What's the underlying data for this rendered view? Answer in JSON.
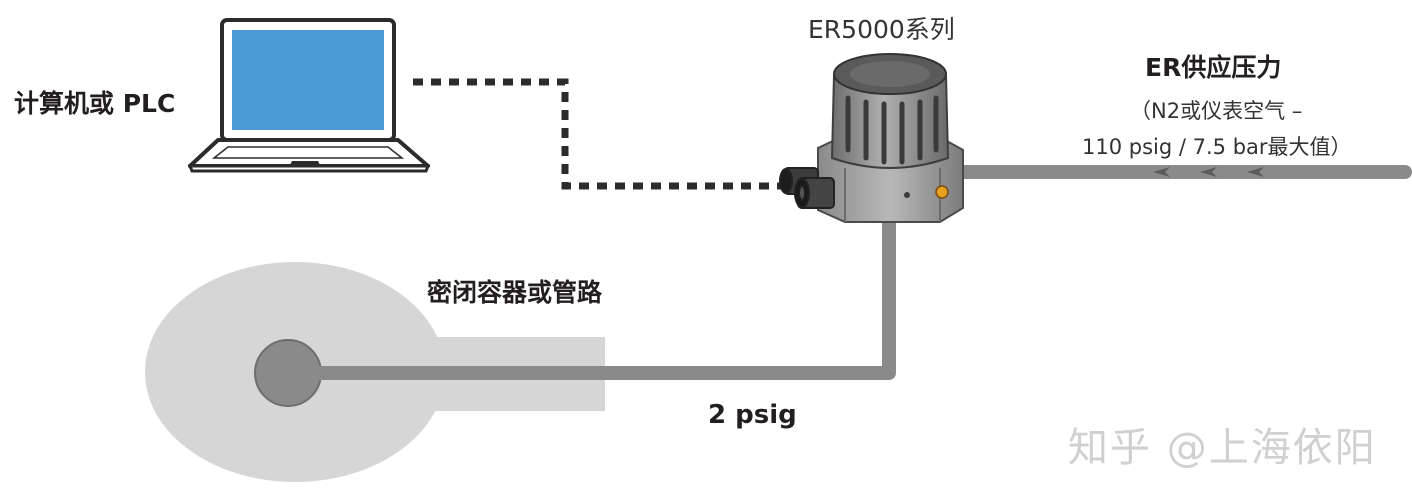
{
  "labels": {
    "computer": "计算机或 PLC",
    "device": "ER5000系列",
    "supply_title": "ER供应压力",
    "supply_note_line1": "（N2或仪表空气 –",
    "supply_note_line2": "110 psig / 7.5 bar最大值）",
    "vessel": "密闭容器或管路",
    "pressure": "2 psig"
  },
  "watermark": "知乎 @上海依阳",
  "colors": {
    "pipe": "#8a8a8a",
    "vessel": "#d6d6d6",
    "laptop_screen": "#4a9ad4",
    "laptop_body": "#ffffff",
    "outline": "#2b2b2b",
    "device_body": "#9a9a9a",
    "signal_line": "#2b2b2b",
    "indicator": "#e8a020"
  },
  "icons": {
    "computer": "laptop-icon",
    "device": "pressure-controller-icon",
    "flow": "arrow-left-icon"
  }
}
